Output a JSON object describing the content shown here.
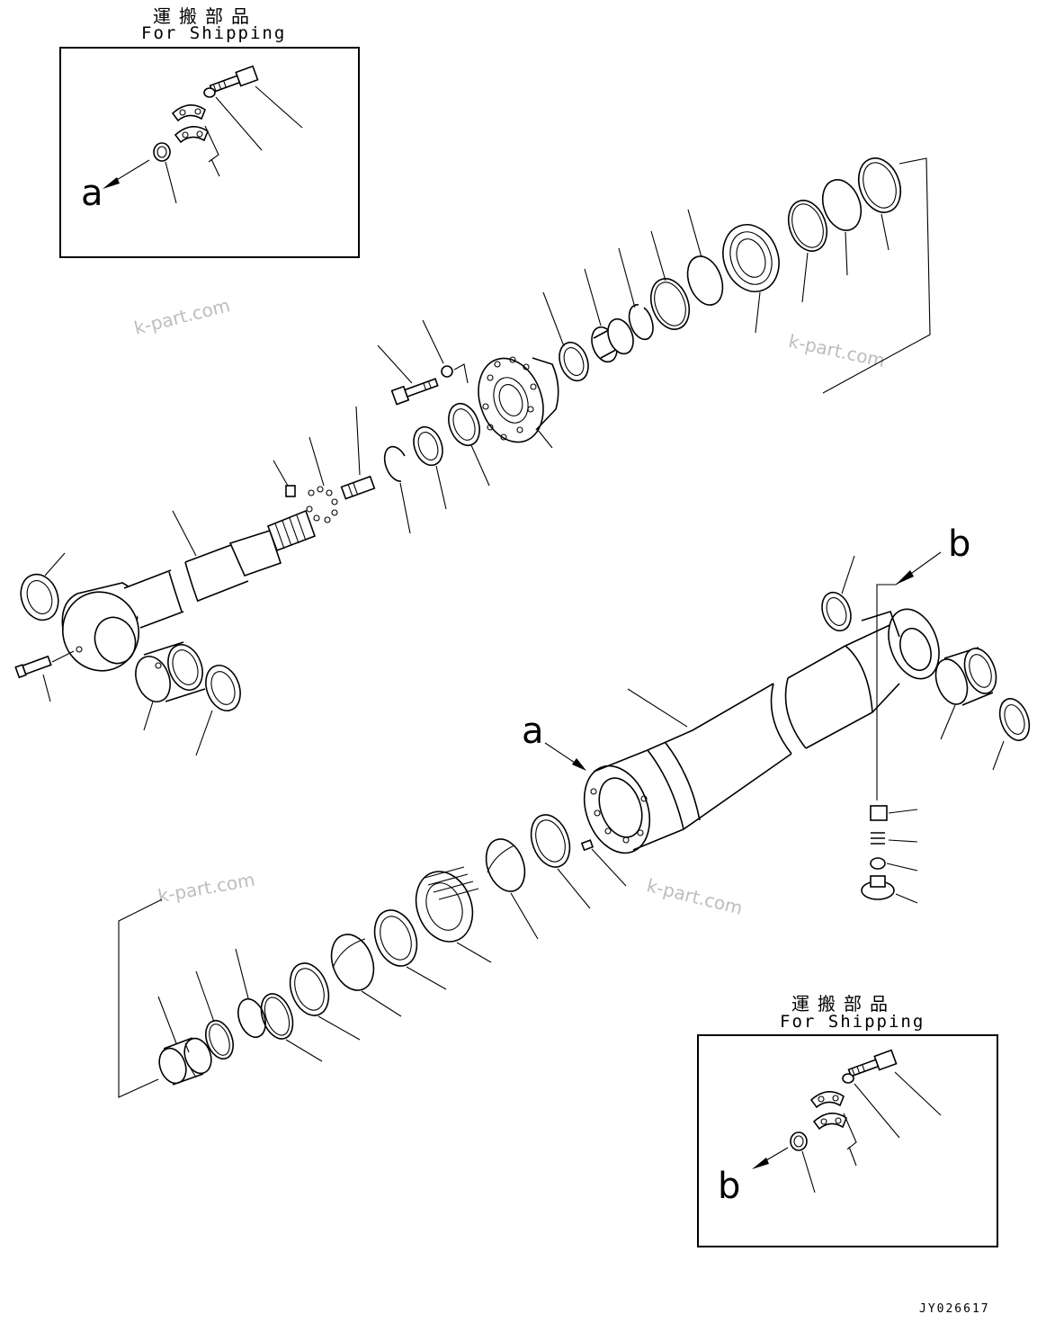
{
  "shipping_insets": [
    {
      "title_jp": "運搬部品",
      "title_en": "For Shipping",
      "ref_letter": "a"
    },
    {
      "title_jp": "運搬部品",
      "title_en": "For Shipping",
      "ref_letter": "b"
    }
  ],
  "reference_labels": {
    "a": "a",
    "b": "b"
  },
  "watermarks": [
    "k-part.com",
    "k-part.com",
    "k-part.com",
    "k-part.com"
  ],
  "drawing_code": "JY026617"
}
